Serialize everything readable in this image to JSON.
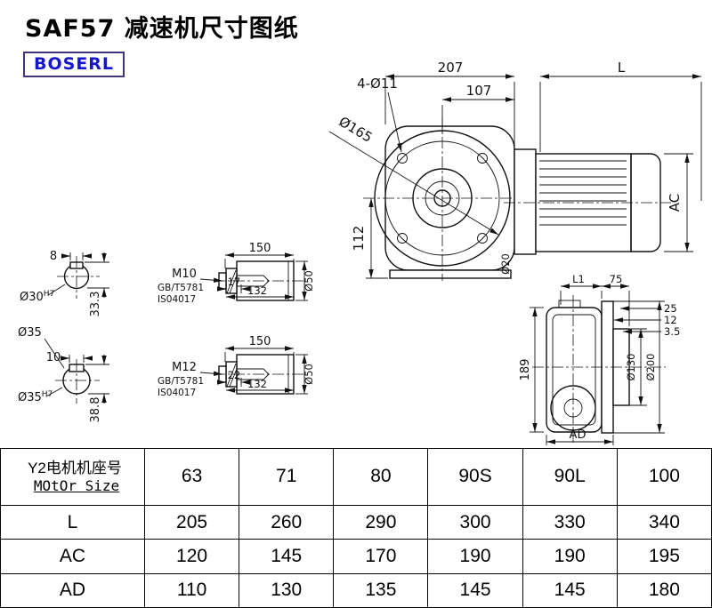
{
  "page": {
    "title": "SAF57 减速机尺寸图纸",
    "brand": "BOSERL"
  },
  "front_view": {
    "dim_width": "207",
    "dim_motor_len": "L",
    "dim_flange_offset": "107",
    "holes": "4-Ø11",
    "flange_dia": "Ø165",
    "dim_center_height": "112",
    "dim_motor_height": "AC",
    "shaft_dia": "Ø20"
  },
  "hollow_shaft_30": {
    "keyway_width": "8",
    "bore": "Ø30",
    "bore_fit": "H7",
    "keyway_height": "33.3",
    "length": "150",
    "thread": "M10",
    "std_gb": "GB/T5781",
    "std_iso": "IS04017",
    "thread_len": "17",
    "insert_len": "132",
    "outer_dia": "Ø50"
  },
  "hollow_shaft_35": {
    "outer_label": "Ø35",
    "keyway_width": "10",
    "bore": "Ø35",
    "bore_fit": "H7",
    "keyway_height": "38.8",
    "length": "150",
    "thread": "M12",
    "std_gb": "GB/T5781",
    "std_iso": "IS04017",
    "thread_len": "22",
    "insert_len": "132",
    "outer_dia": "Ø50"
  },
  "side_view": {
    "dim_l1": "L1",
    "dim_75": "75",
    "dim_25": "25",
    "dim_12": "12",
    "dim_3_5": "3.5",
    "dim_height": "189",
    "pilot_dia": "Ø130",
    "flange_dia": "Ø200",
    "dim_depth": "AD"
  },
  "table": {
    "header_cn": "Y2电机机座号",
    "header_en": "MOtOr Size",
    "sizes": [
      "63",
      "71",
      "80",
      "90S",
      "90L",
      "100"
    ],
    "rows": [
      {
        "label": "L",
        "values": [
          "205",
          "260",
          "290",
          "300",
          "330",
          "340"
        ]
      },
      {
        "label": "AC",
        "values": [
          "120",
          "145",
          "170",
          "190",
          "190",
          "195"
        ]
      },
      {
        "label": "AD",
        "values": [
          "110",
          "130",
          "135",
          "145",
          "145",
          "180"
        ]
      }
    ]
  }
}
